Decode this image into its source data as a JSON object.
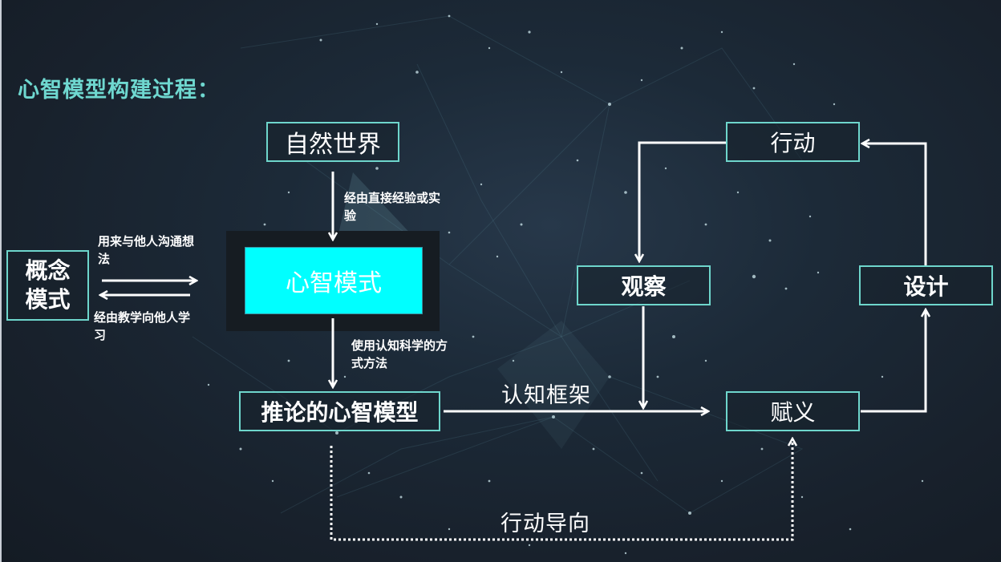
{
  "title": "心智模型构建过程：",
  "nodes": {
    "natural_world": "自然世界",
    "mental_mode": "心智模式",
    "concept_mode_line1": "概念",
    "concept_mode_line2": "模式",
    "inferred_mental_model": "推论的心智模型",
    "action": "行动",
    "observe": "观察",
    "design": "设计",
    "meaning": "赋义"
  },
  "edge_labels": {
    "direct_experience": [
      "经由直接经验或实",
      "验"
    ],
    "communicate": [
      "用来与他人沟通想",
      "法"
    ],
    "learn": [
      "经由教学向他人学",
      "习"
    ],
    "cognitive_method": [
      "使用认知科学的方",
      "式方法"
    ],
    "cognitive_framework": "认知框架",
    "action_oriented": "行动导向"
  },
  "colors": {
    "title": "#6fd8d0",
    "box_border": "#6ed6cc",
    "mental_mode_fill": "#00ffff",
    "arrow": "#ffffff",
    "background": "#1c2a38"
  }
}
